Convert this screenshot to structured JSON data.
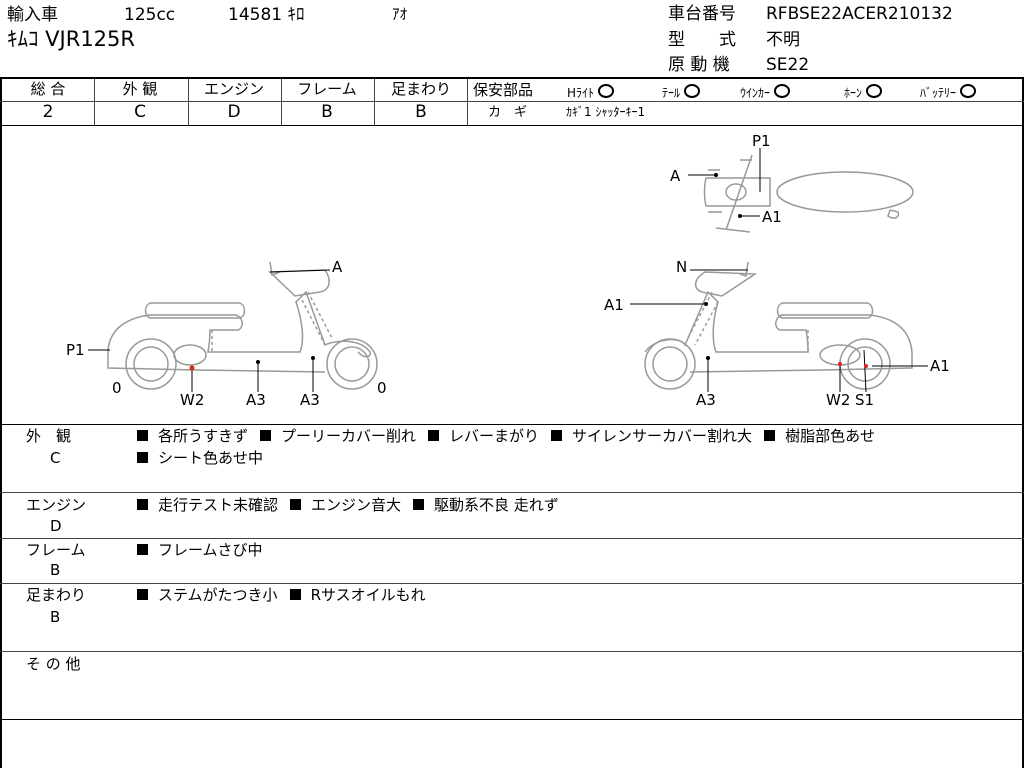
{
  "header": {
    "import_label": "輸入車",
    "displacement": "125cc",
    "mileage": "14581 ｷﾛ",
    "color": "ｱｵ",
    "model": "ｷﾑｺ VJR125R",
    "frame_no_label": "車台番号",
    "frame_no": "RFBSE22ACER210132",
    "type_label": "型　　式",
    "type_value": "不明",
    "engine_label": "原 動 機",
    "engine_value": "SE22"
  },
  "grades": [
    {
      "label": "総 合",
      "value": "2"
    },
    {
      "label": "外 観",
      "value": "C"
    },
    {
      "label": "エンジン",
      "value": "D"
    },
    {
      "label": "フレーム",
      "value": "B"
    },
    {
      "label": "足まわり",
      "value": "B"
    }
  ],
  "safety": {
    "label": "保安部品",
    "items": [
      {
        "label": "Hﾗｲﾄ",
        "mark": "O"
      },
      {
        "label": "ﾃｰﾙ",
        "mark": "O"
      },
      {
        "label": "ｳｲﾝｶｰ",
        "mark": "O"
      },
      {
        "label": "ﾎｰﾝ",
        "mark": "O"
      },
      {
        "label": "ﾊﾞｯﾃﾘｰ",
        "mark": "O"
      }
    ],
    "key_label": "カ　ギ",
    "key_value": "ｶｷﾞ1 ｼｬｯﾀｰｷｰ1"
  },
  "diagram": {
    "top": {
      "p1": "P1",
      "a": "A",
      "a1": "A1"
    },
    "left": {
      "a": "A",
      "p1": "P1",
      "w2": "W2",
      "a3_1": "A3",
      "a3_2": "A3",
      "tire_front": "0",
      "tire_rear": "0"
    },
    "right": {
      "n": "N",
      "a1_1": "A1",
      "a1_2": "A1",
      "a3": "A3",
      "w2": "W2",
      "s1": "S1"
    }
  },
  "remarks": {
    "exterior": {
      "label": "外　観",
      "grade": "C",
      "items": [
        "各所うすきず",
        "プーリーカバー削れ",
        "レバーまがり",
        "サイレンサーカバー割れ大",
        "樹脂部色あせ",
        "シート色あせ中"
      ]
    },
    "engine": {
      "label": "エンジン",
      "grade": "D",
      "items": [
        "走行テスト未確認",
        "エンジン音大",
        "駆動系不良 走れず"
      ]
    },
    "frame": {
      "label": "フレーム",
      "grade": "B",
      "items": [
        "フレームさび中"
      ]
    },
    "suspension": {
      "label": "足まわり",
      "grade": "B",
      "items": [
        "ステムがたつき小",
        "Rサスオイルもれ"
      ]
    },
    "other": {
      "label": "そ の 他"
    }
  }
}
